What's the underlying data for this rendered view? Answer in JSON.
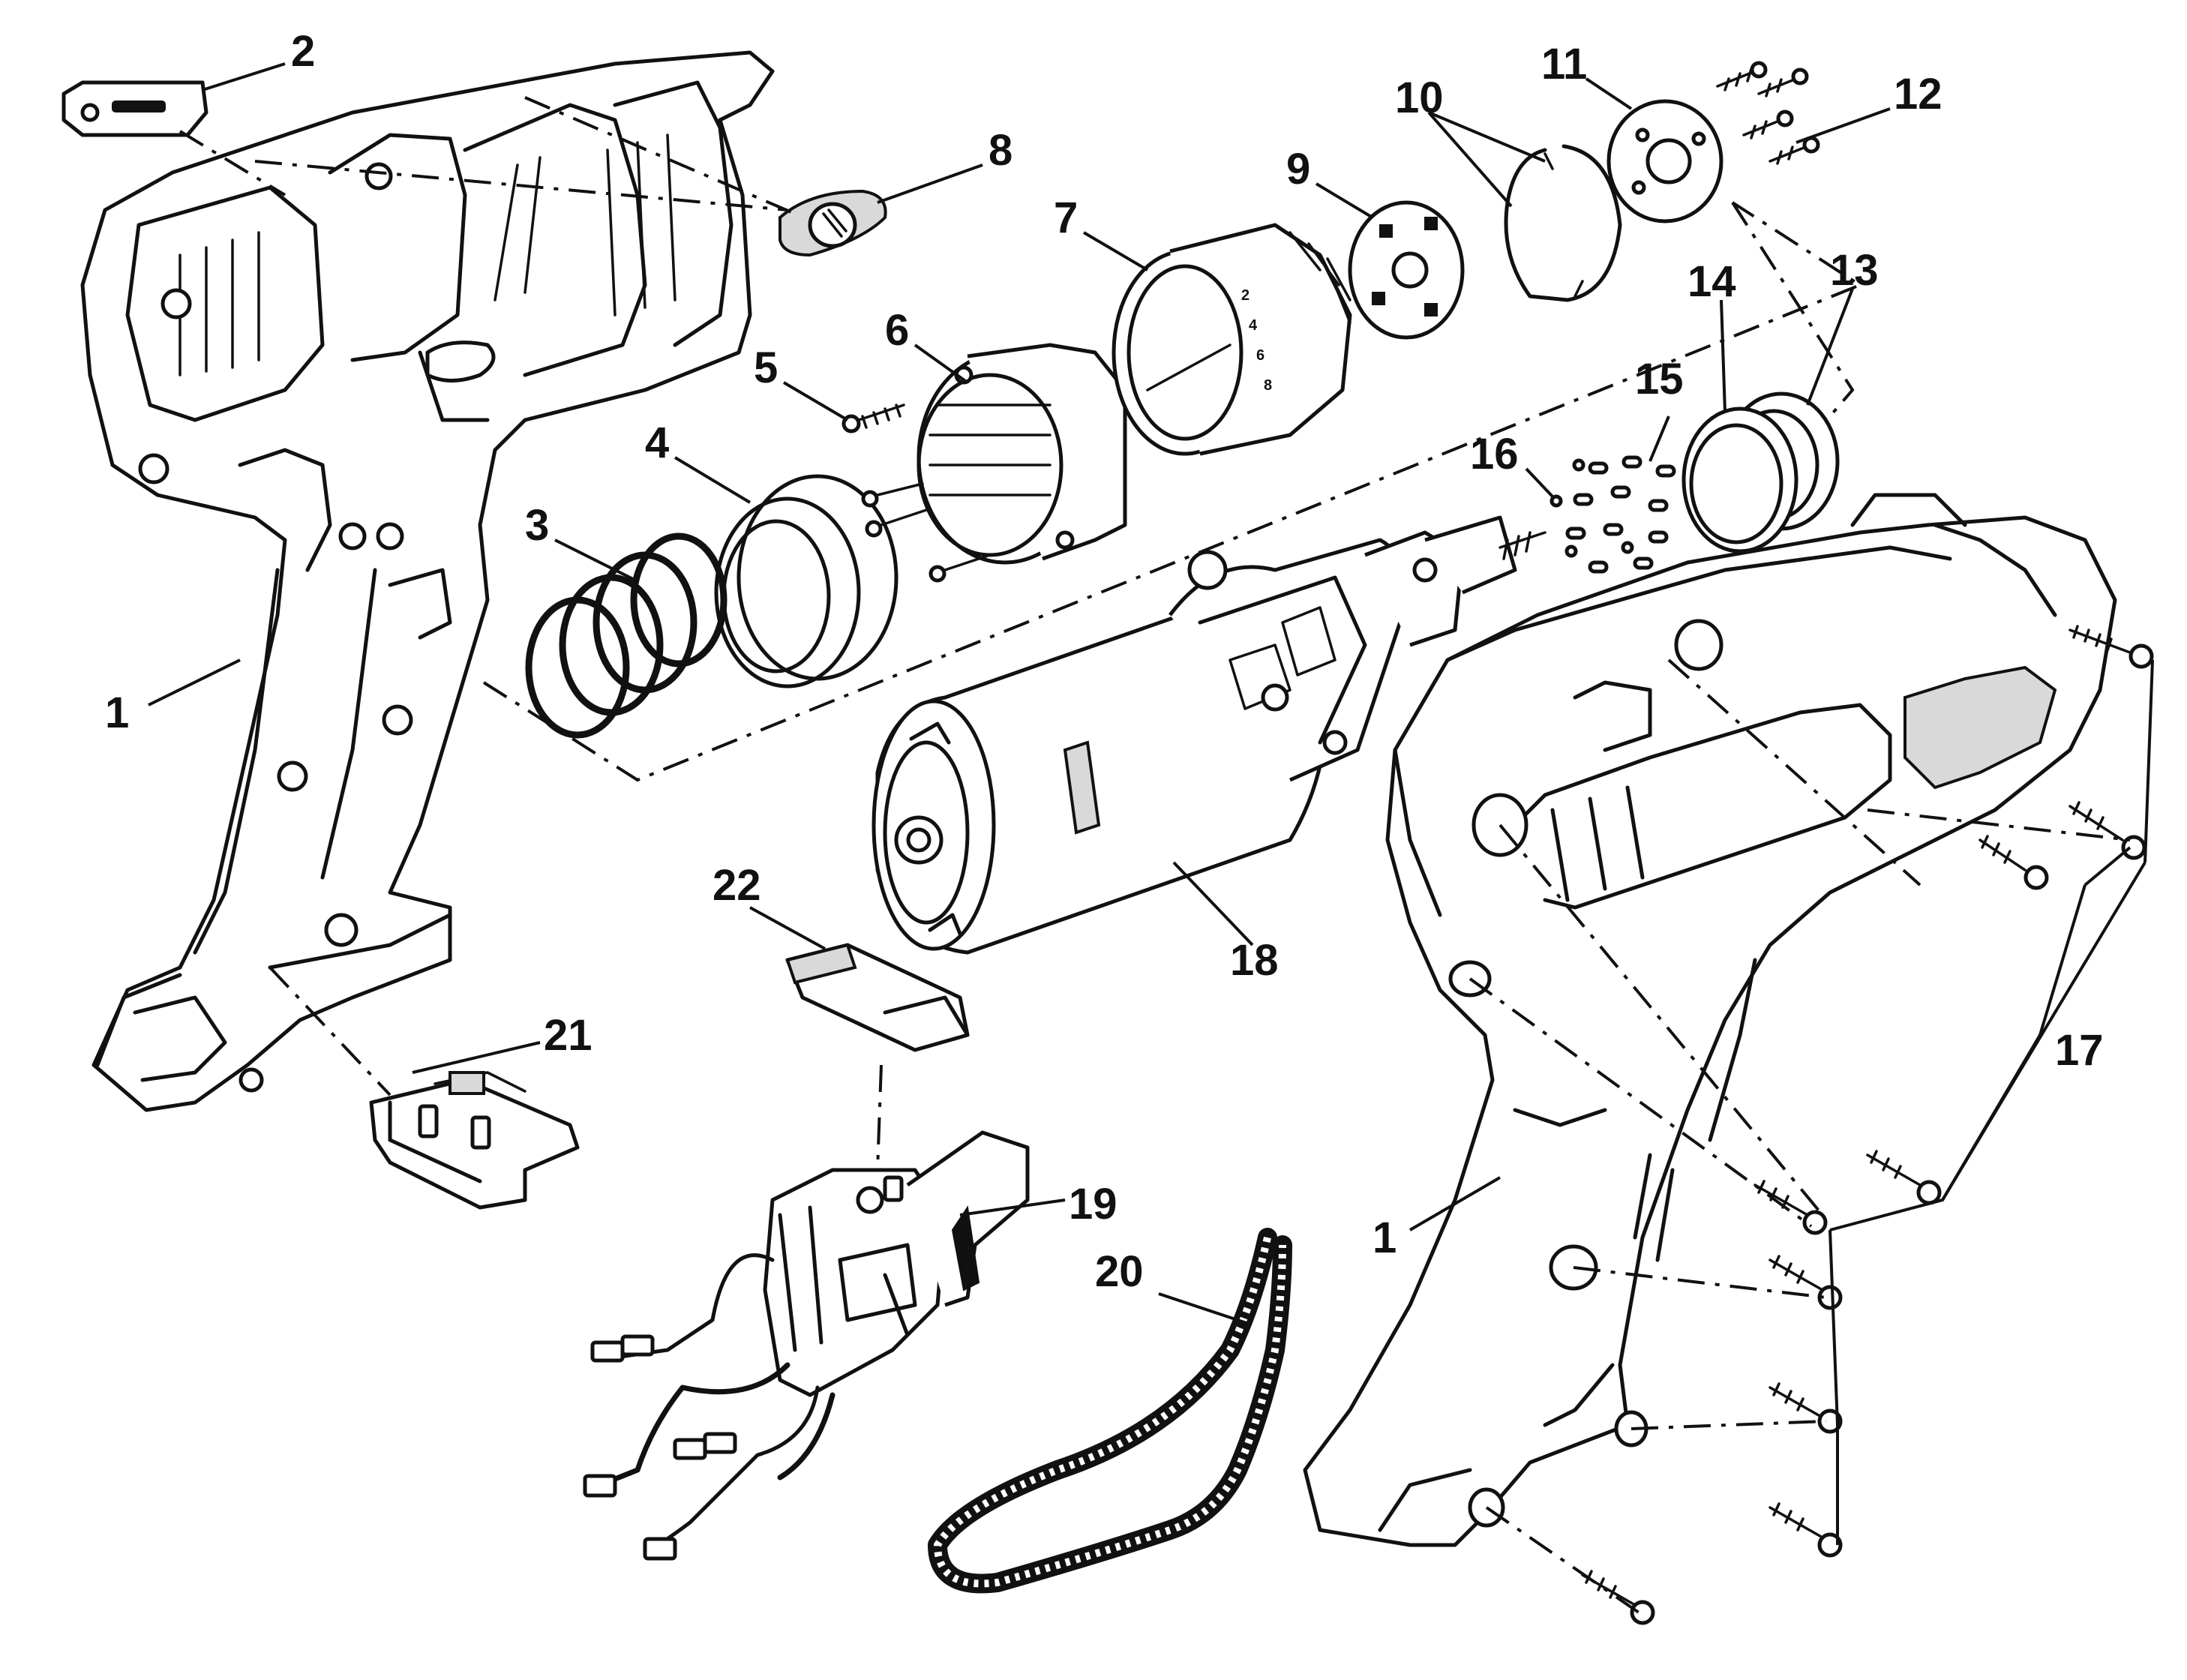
{
  "diagram": {
    "callouts": [
      {
        "id": "c1a",
        "label": "1"
      },
      {
        "id": "c1b",
        "label": "1"
      },
      {
        "id": "c2",
        "label": "2"
      },
      {
        "id": "c3",
        "label": "3"
      },
      {
        "id": "c4",
        "label": "4"
      },
      {
        "id": "c5",
        "label": "5"
      },
      {
        "id": "c6",
        "label": "6"
      },
      {
        "id": "c7",
        "label": "7"
      },
      {
        "id": "c8",
        "label": "8"
      },
      {
        "id": "c9",
        "label": "9"
      },
      {
        "id": "c10",
        "label": "10"
      },
      {
        "id": "c11",
        "label": "11"
      },
      {
        "id": "c12",
        "label": "12"
      },
      {
        "id": "c13",
        "label": "13"
      },
      {
        "id": "c14",
        "label": "14"
      },
      {
        "id": "c15",
        "label": "15"
      },
      {
        "id": "c16",
        "label": "16"
      },
      {
        "id": "c17",
        "label": "17"
      },
      {
        "id": "c18",
        "label": "18"
      },
      {
        "id": "c19",
        "label": "19"
      },
      {
        "id": "c20",
        "label": "20"
      },
      {
        "id": "c21",
        "label": "21"
      },
      {
        "id": "c22",
        "label": "22"
      }
    ],
    "clutch_scale_marks": [
      "2",
      "4",
      "6",
      "8"
    ],
    "colors": {
      "ink": "#111111",
      "paper": "#ffffff",
      "shade": "#d9d9d9"
    }
  }
}
